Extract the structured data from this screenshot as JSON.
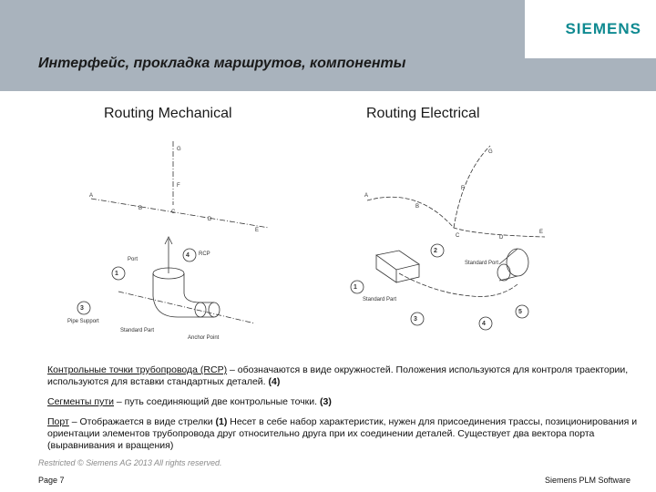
{
  "header": {
    "logo": "SIEMENS",
    "title": "Интерфейс, прокладка маршрутов, компоненты"
  },
  "subtitles": {
    "mechanical": "Routing Mechanical",
    "electrical": "Routing Electrical"
  },
  "mech_labels": {
    "G": "G",
    "F": "F",
    "A": "A",
    "B": "B",
    "C": "C",
    "D": "D",
    "E": "E",
    "rcp": "RCP",
    "port": "Port",
    "pipe_support": "Pipe Support",
    "standard_part": "Standard Part",
    "anchor_point": "Anchor Point"
  },
  "elec_labels": {
    "G": "G",
    "F": "F",
    "A": "A",
    "B": "B",
    "C": "C",
    "D": "D",
    "E": "E",
    "standard_port": "Standard Port",
    "standard_part": "Standard Part"
  },
  "callouts": [
    "1",
    "2",
    "3",
    "4",
    "5"
  ],
  "paragraphs": {
    "p1_term": "Контрольные точки трубопровода (RCP)",
    "p1_text": " – обозначаются в виде окружностей. Положения используются для контроля траектории, используются для вставки стандартных деталей. ",
    "p1_num": "(4)",
    "p2_term": "Сегменты пути",
    "p2_text": " – путь соединяющий две контрольные точки. ",
    "p2_num": "(3)",
    "p3_term": "Порт",
    "p3_text_a": " – Отображается в виде стрелки ",
    "p3_num": "(1)",
    "p3_text_b": " Несет в себе набор характеристик, нужен для присоединения трассы, позиционирования и ориентации элементов трубопровода друг относительно друга при их соединении деталей. Существует два вектора порта (выравнивания и вращения)"
  },
  "footer": {
    "restricted": "Restricted © Siemens AG 2013 All rights reserved.",
    "page": "Page 7",
    "company": "Siemens PLM Software"
  },
  "colors": {
    "header_bg": "#a9b3bd",
    "logo": "#0f8a91"
  }
}
